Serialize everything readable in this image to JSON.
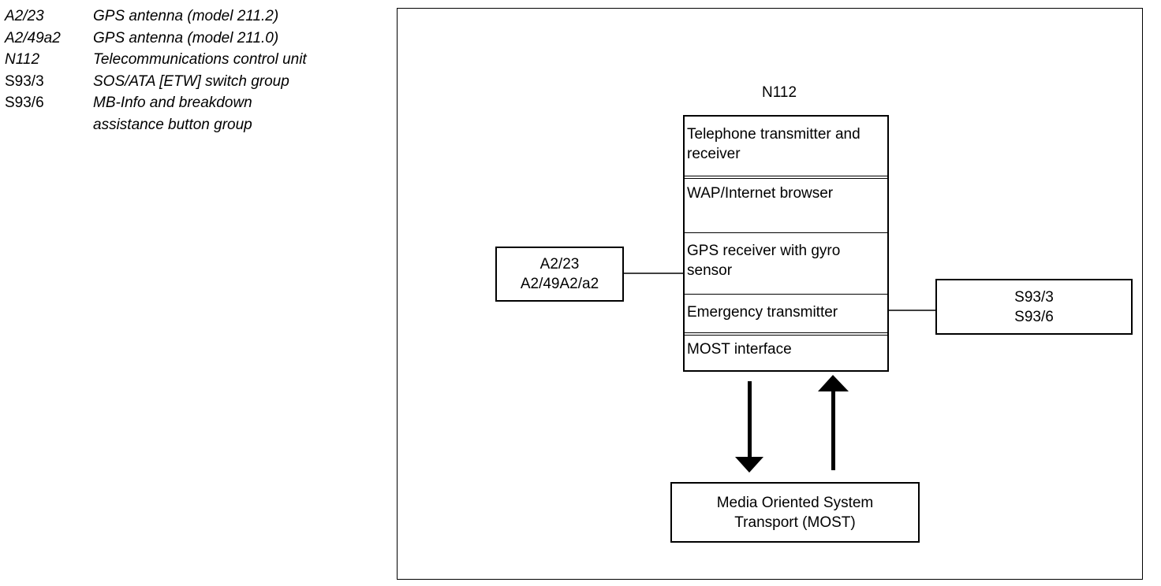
{
  "legend": [
    {
      "code": "A2/23",
      "code_italic": true,
      "desc": "GPS antenna (model 211.2)"
    },
    {
      "code": "A2/49a2",
      "code_italic": true,
      "desc": "GPS antenna (model 211.0)"
    },
    {
      "code": "N112",
      "code_italic": true,
      "desc": "Telecommunications control unit"
    },
    {
      "code": "S93/3",
      "code_italic": false,
      "desc": "SOS/ATA [ETW] switch group"
    },
    {
      "code": "S93/6",
      "code_italic": false,
      "desc": "MB-Info and breakdown assistance button group"
    }
  ],
  "diagram": {
    "control_unit_title": "N112",
    "control_unit_sections": [
      "Telephone transmitter and receiver",
      "WAP/Internet browser",
      "GPS receiver with gyro sensor",
      "Emergency transmitter",
      "MOST interface"
    ],
    "antenna_box": {
      "line1": "A2/23",
      "line2": "A2/49A2/a2"
    },
    "switch_box": {
      "line1": "S93/3",
      "line2": "S93/6"
    },
    "most_box": {
      "line1": "Media Oriented System",
      "line2": "Transport (MOST)"
    }
  }
}
